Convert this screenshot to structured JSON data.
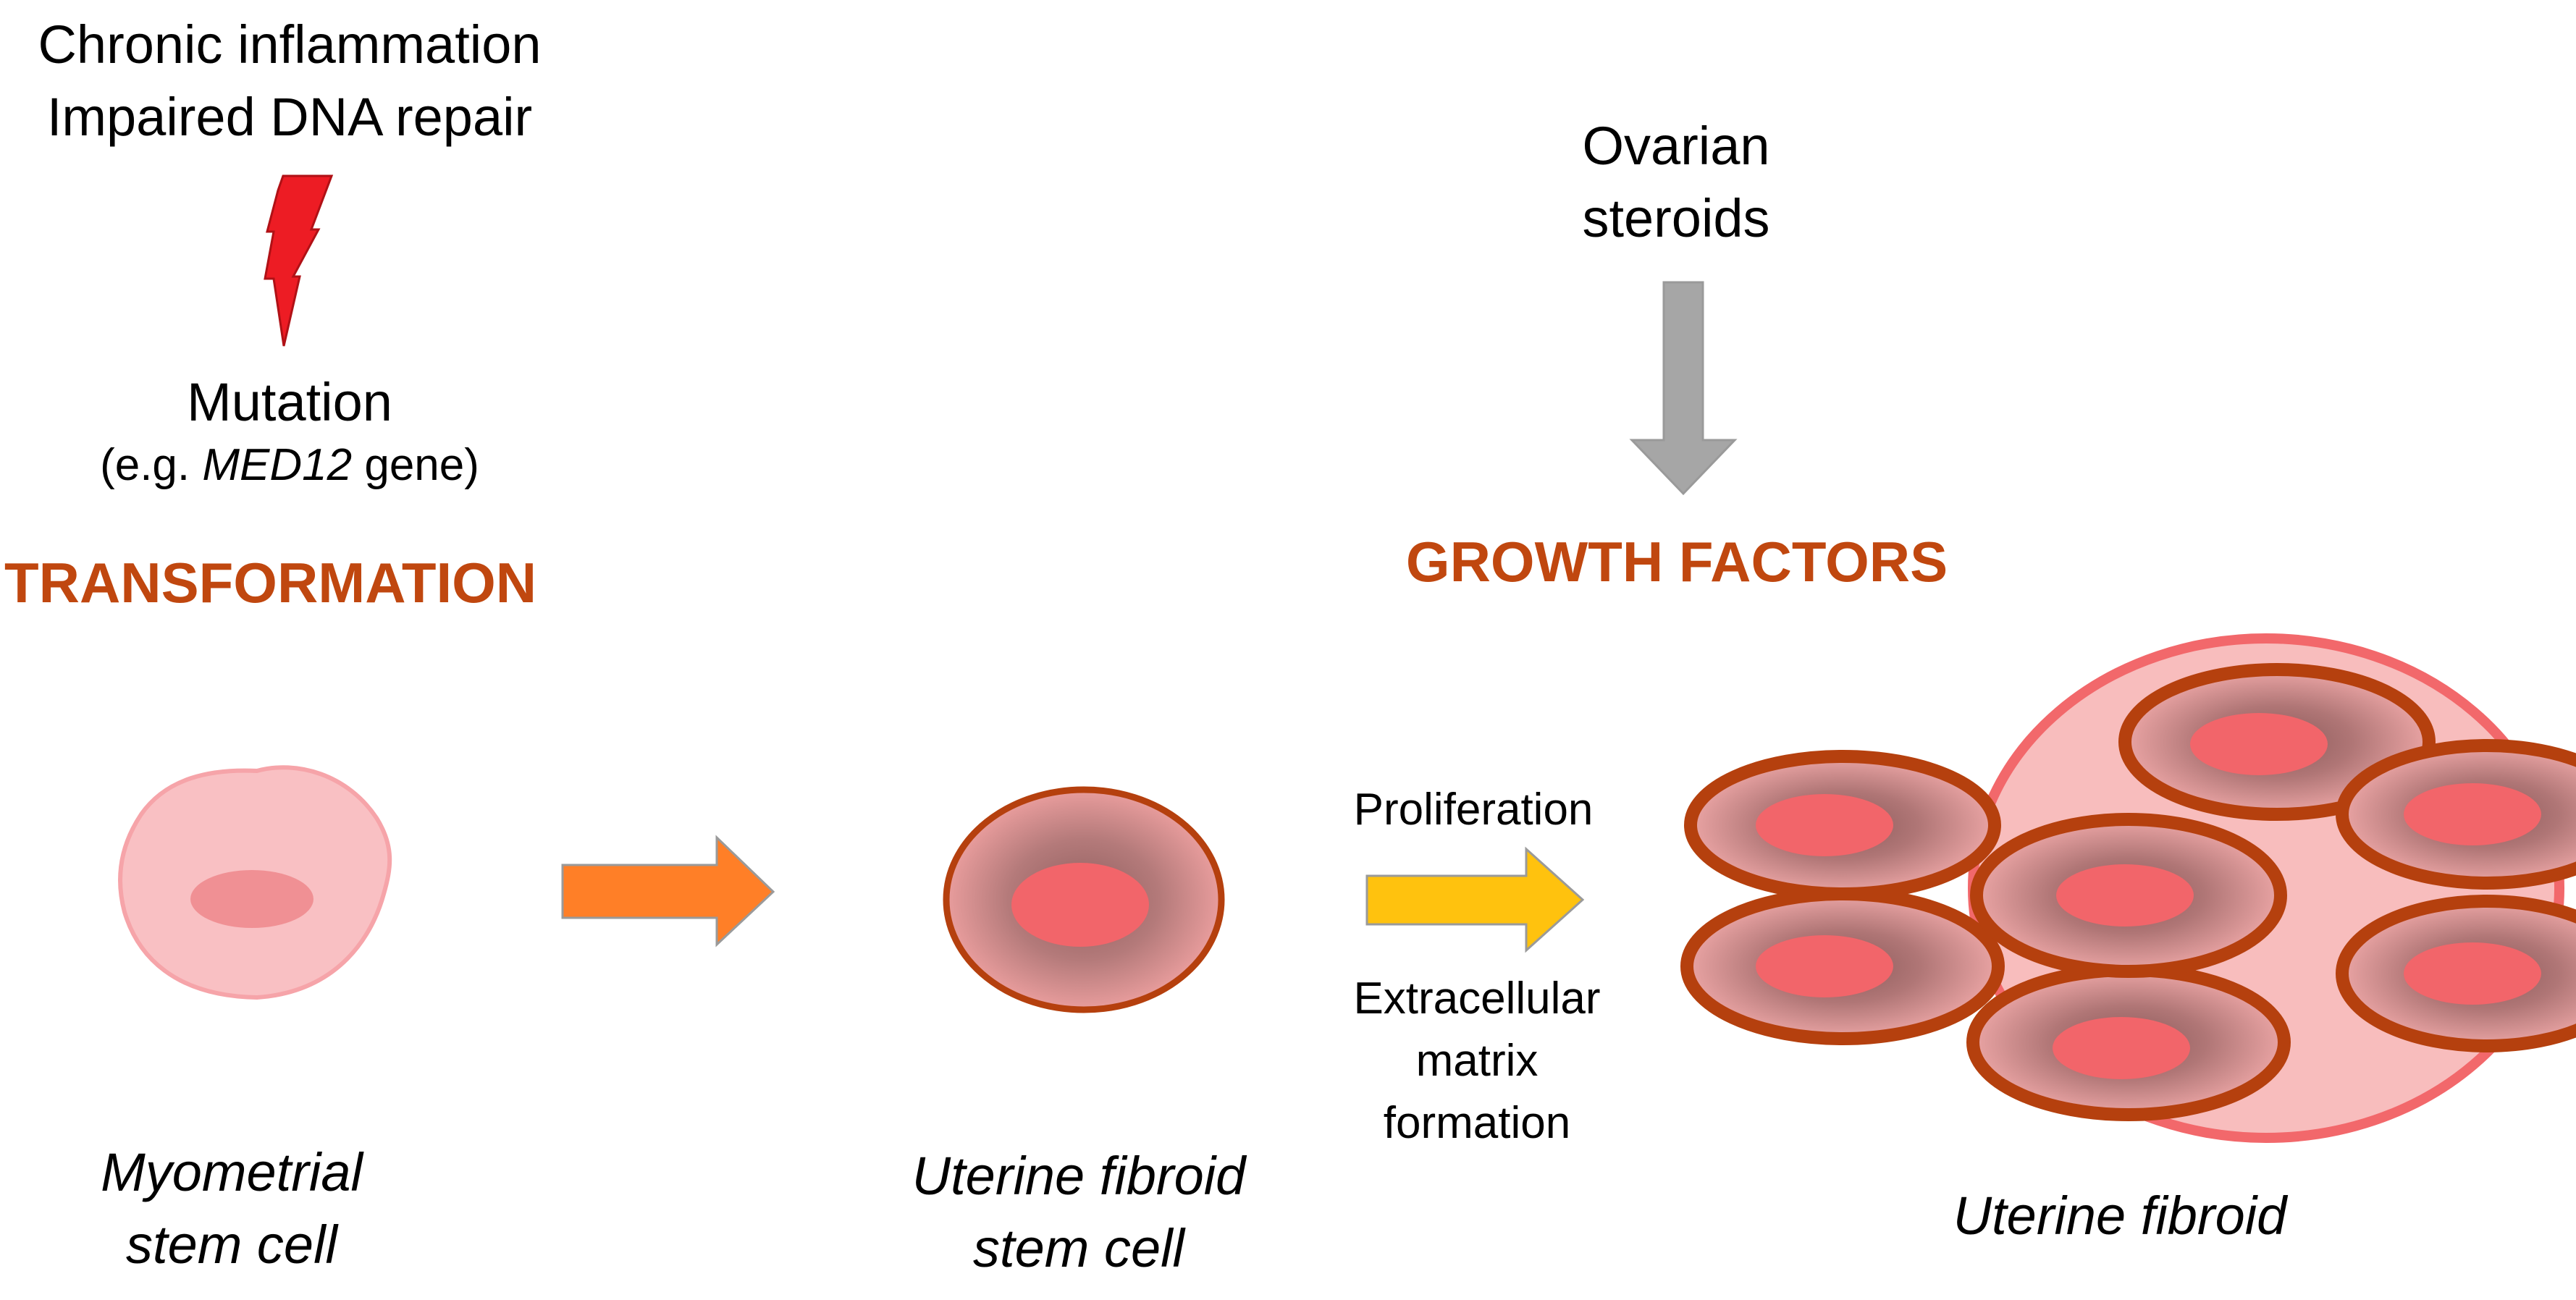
{
  "causes": {
    "line1": "Chronic inflammation",
    "line2": "Impaired DNA repair"
  },
  "mutation": {
    "title": "Mutation",
    "prefix": "(e.g. ",
    "gene": "MED12",
    "suffix": " gene)"
  },
  "transformation_heading": "TRANSFORMATION",
  "ovarian": {
    "line1": "Ovarian",
    "line2": "steroids"
  },
  "growth_heading": "GROWTH FACTORS",
  "process": {
    "proliferation": "Proliferation",
    "ecm_line1": "Extracellular",
    "ecm_line2": "matrix",
    "ecm_line3": "formation"
  },
  "labels": {
    "myometrial_line1": "Myometrial",
    "myometrial_line2": "stem cell",
    "ufsc_line1": "Uterine fibroid",
    "ufsc_line2": "stem cell",
    "fibroid": "Uterine fibroid"
  },
  "colors": {
    "heading": "#C0470F",
    "lightning": "#ED1C24",
    "orange_arrow": "#FF7F27",
    "yellow_arrow": "#FFC20E",
    "gray_arrow": "#A6A6A6",
    "cell_outline": "#B5400E",
    "nucleus": "#F2656A",
    "fibroid_outline": "#F2686B",
    "fibroid_fill": "#F8BDBD"
  },
  "icons": [
    "lightning-icon",
    "right-arrow-icon",
    "down-arrow-icon"
  ]
}
